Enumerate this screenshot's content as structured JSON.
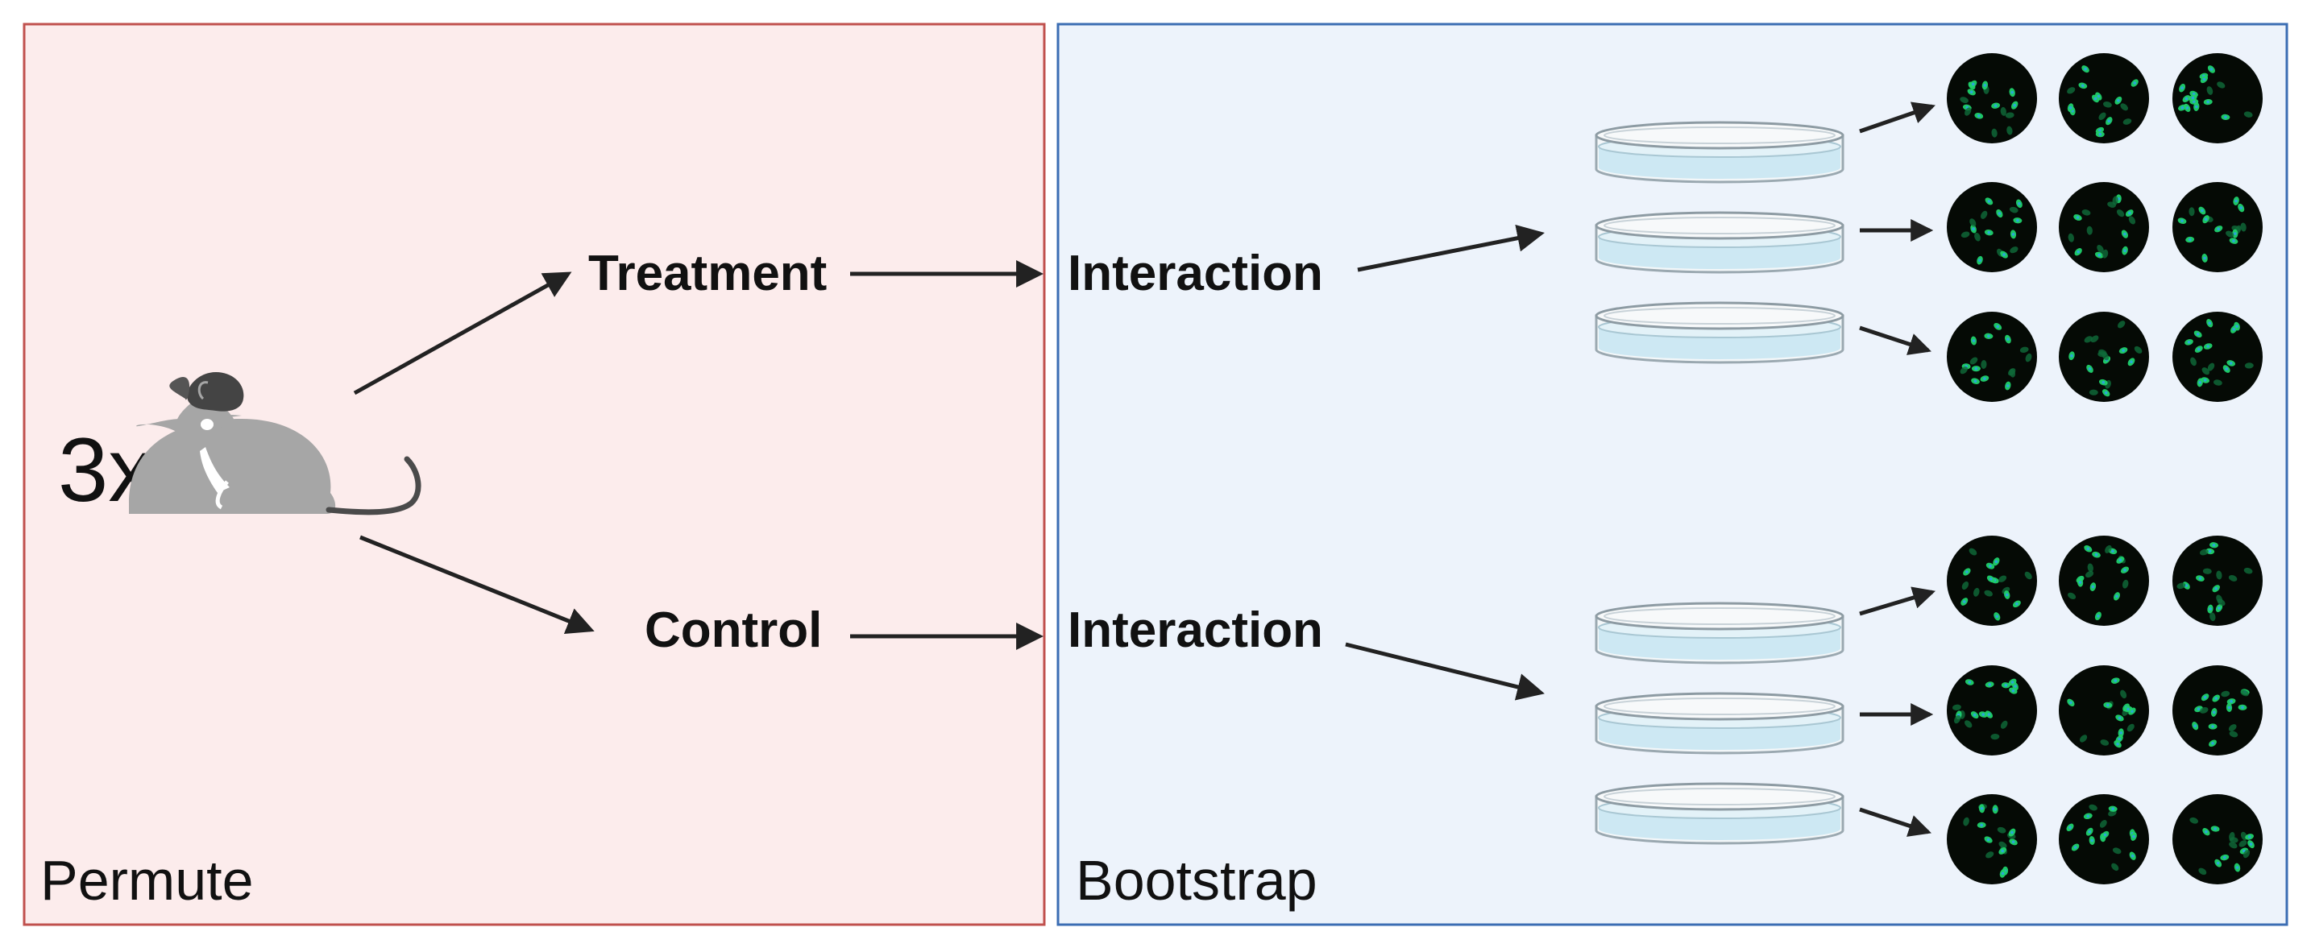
{
  "panels": {
    "left": {
      "label": "Permute",
      "fill": "#fcecec",
      "border": "#c0504d"
    },
    "right": {
      "label": "Bootstrap",
      "fill": "#edf3fb",
      "border": "#3b6db3"
    }
  },
  "multiplier": "3x",
  "subject_icon": "mouse-icon",
  "groups": {
    "treatment": "Treatment",
    "control": "Control"
  },
  "interactions": {
    "top": "Interaction",
    "bottom": "Interaction"
  },
  "icons": {
    "dish": "petri-dish-icon",
    "image": "fluorescent-cells-image-icon"
  },
  "colors": {
    "arrow": "#222222",
    "mouse": "#a6a6a6",
    "mouse_ear": "#555555",
    "dish_liquid": "#cde8f3",
    "cell_bg": "#050a05",
    "cell_green": "#1fd16a",
    "cell_blue": "#2aa6d8"
  }
}
